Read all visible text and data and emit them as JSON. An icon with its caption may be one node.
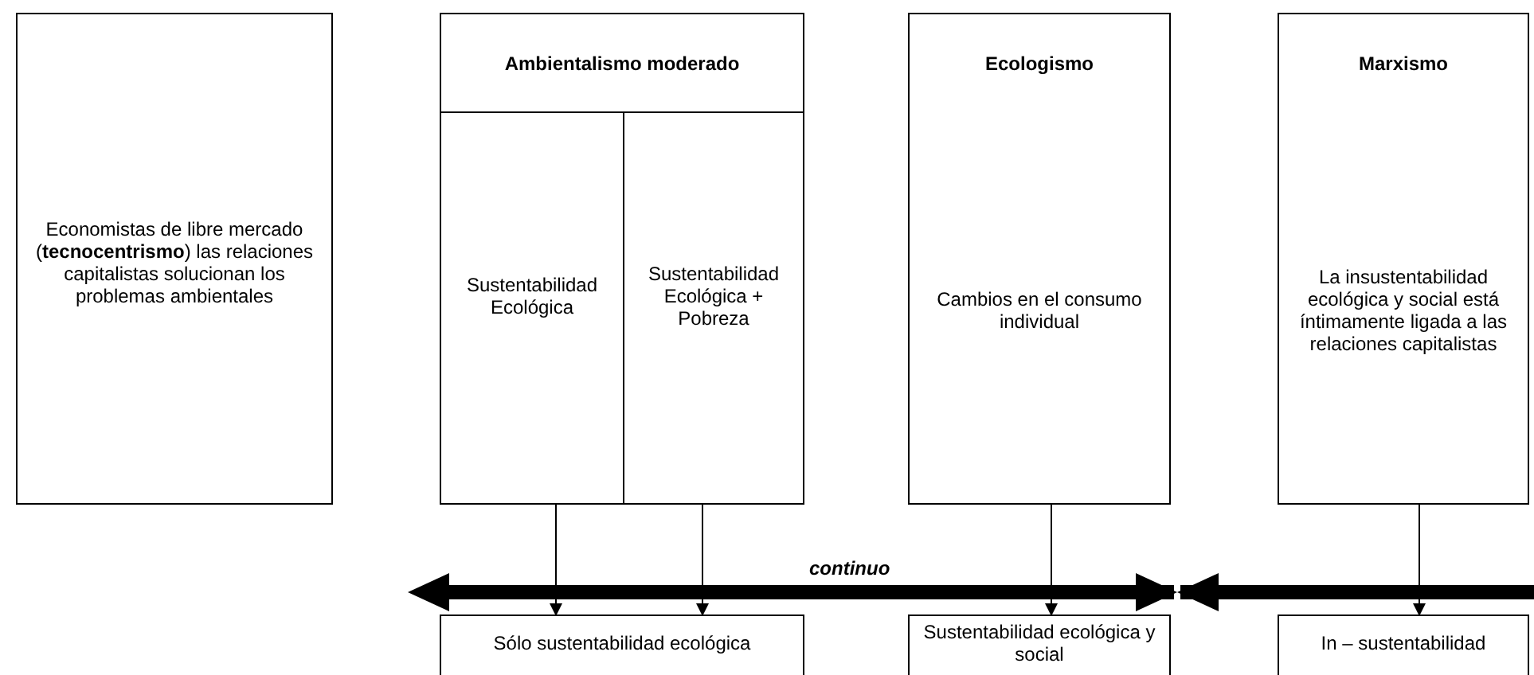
{
  "diagram": {
    "nodes": [
      {
        "text": [
          "Economistas de libre mercado (**tecnocentrismo**) las relaciones capitalistas solucionan los problemas ambientales"
        ]
      },
      {
        "text": [
          "Ambientalismo moderado"
        ]
      },
      {
        "text": [
          "Sustentabilidad Ecológica"
        ],
        "in": 1
      },
      {
        "text": [
          "Sustentabilidad Ecológica + Pobreza"
        ],
        "in": 1
      },
      {
        "text": [
          "Ecologismo",
          "Cambios en el consumo individual"
        ]
      },
      {
        "text": [
          "Marxismo",
          "La insustentabilidad ecológica y social está íntimamente ligada a las relaciones capitalistas"
        ]
      },
      {
        "text": [
          "Sólo sustentabilidad ecológica"
        ]
      },
      {
        "text": [
          "Sustentabilidad ecológica y social"
        ]
      },
      {
        "text": [
          "In – sustentabilidad"
        ]
      }
    ],
    "edges": [
      {
        "from": 2,
        "to": 6,
        "arrow": "to"
      },
      {
        "from": 3,
        "to": 6,
        "arrow": "to"
      },
      {
        "from": 4,
        "to": 7,
        "arrow": "to"
      },
      {
        "from": 5,
        "to": 8,
        "arrow": "to"
      },
      {
        "from": 6,
        "to": 7,
        "arrow": "both",
        "style": "thick",
        "label": "continuo"
      },
      {
        "from": null,
        "to": 7,
        "arrow": "to",
        "style": "thick"
      }
    ]
  }
}
